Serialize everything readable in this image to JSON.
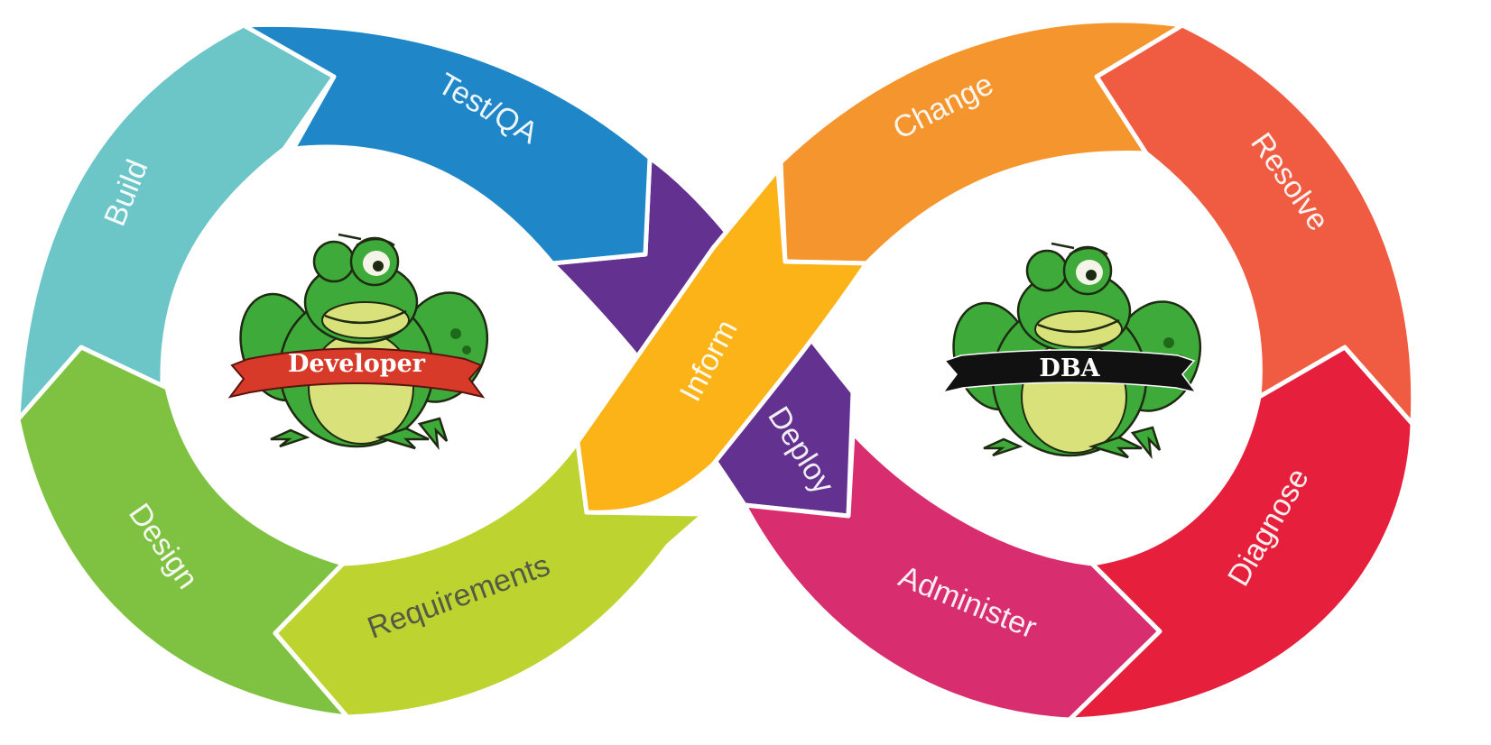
{
  "segments": {
    "build": "Build",
    "test_qa": "Test/QA",
    "design": "Design",
    "requirements": "Requirements",
    "inform": "Inform",
    "deploy": "Deploy",
    "change": "Change",
    "resolve": "Resolve",
    "diagnose": "Diagnose",
    "administer": "Administer"
  },
  "mascots": {
    "left_banner": "Developer",
    "right_banner": "DBA"
  },
  "colors": {
    "build": "#6cc5c6",
    "test_qa": "#1f86c8",
    "design": "#7fc241",
    "requirements": "#bdd430",
    "deploy": "#63318f",
    "inform": "#fbb317",
    "change": "#f5952d",
    "resolve": "#f05c42",
    "diagnose": "#e6203c",
    "administer": "#d82d6e",
    "developer_banner": "#d83a2a",
    "dba_banner": "#111111",
    "frog_green": "#3daa3a",
    "frog_belly": "#d9e27a"
  },
  "icons": [
    "frog-mascot-icon",
    "frog-mascot-icon"
  ]
}
